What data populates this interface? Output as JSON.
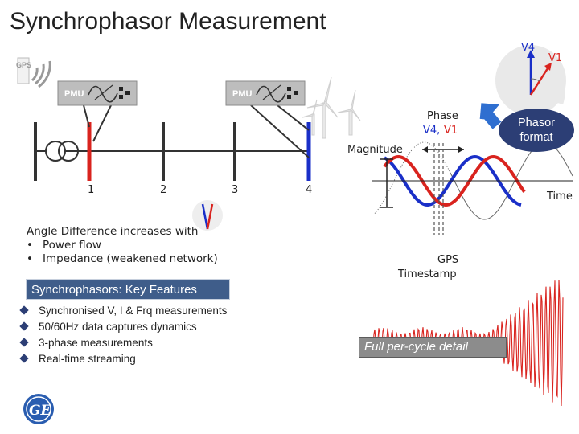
{
  "title": "Synchrophasor Measurement",
  "gps_logo": {
    "text": "GPS"
  },
  "pmu_units": [
    {
      "label": "PMU"
    },
    {
      "label": "PMU"
    }
  ],
  "buses": [
    {
      "label": "1"
    },
    {
      "label": "2"
    },
    {
      "label": "3"
    },
    {
      "label": "4"
    }
  ],
  "angle_difference": {
    "heading": "Angle  Difference increases with",
    "items": [
      "Power flow",
      "Impedance (weakened network)"
    ]
  },
  "key_features": {
    "header": "Synchrophasors: Key Features",
    "items": [
      "Synchronised V, I & Frq measurements",
      "50/60Hz data captures dynamics",
      "3-phase measurements",
      "Real-time streaming"
    ]
  },
  "waveform": {
    "magnitude_label": "Magnitude",
    "phase_label": "Phase",
    "phase_vars": {
      "v4": "V4,",
      "v1": "V1"
    },
    "time_label": "Time",
    "gps_timestamp_line1": "GPS",
    "gps_timestamp_line2": "Timestamp",
    "colors": {
      "v4": "#1a2fc8",
      "v1": "#d9231e"
    }
  },
  "phasor_diagram": {
    "v4_label": "V4",
    "v1_label": "V1"
  },
  "phasor_format": {
    "line1": "Phasor",
    "line2": "format"
  },
  "per_cycle": {
    "label": "Full per-cycle detail"
  },
  "ge_logo": {
    "text": "GE"
  }
}
